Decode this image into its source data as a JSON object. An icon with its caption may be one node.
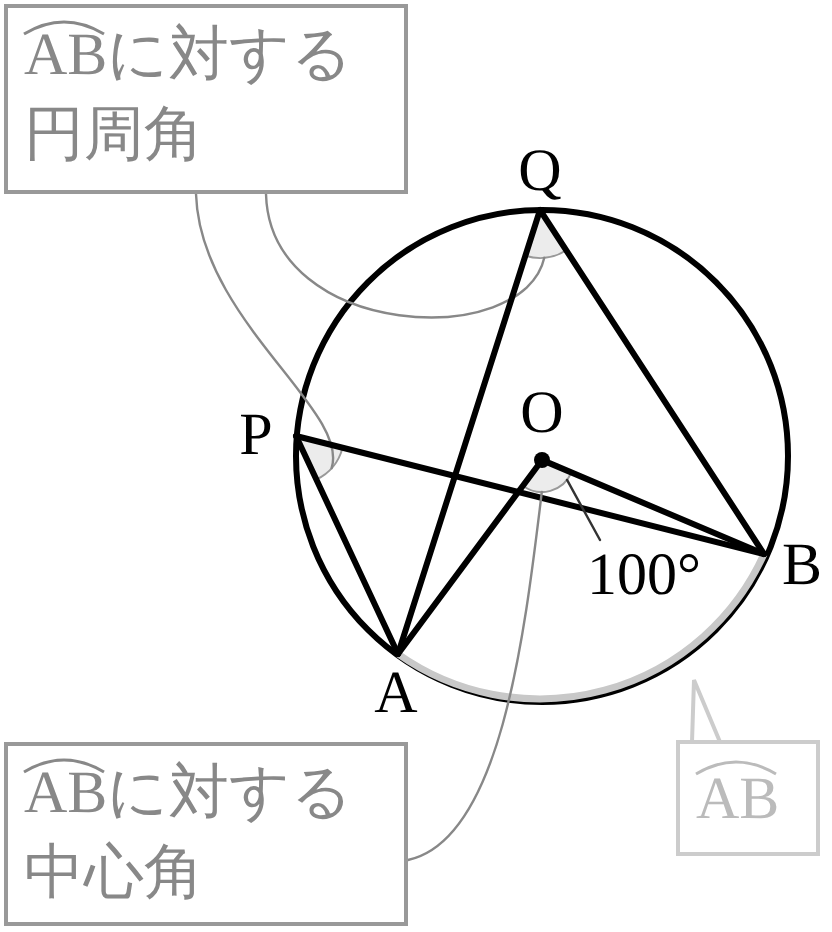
{
  "diagram": {
    "nodes": [
      {
        "text": [
          "ABに対する円周角"
        ]
      },
      {
        "text": [
          "Q"
        ]
      },
      {
        "text": [],
        "shape": "sector"
      },
      {
        "text": [
          "P"
        ]
      },
      {
        "text": [],
        "shape": "sector"
      },
      {
        "text": [
          "O"
        ]
      },
      {
        "text": [],
        "shape": "sector"
      },
      {
        "text": [
          "100°"
        ]
      },
      {
        "text": [
          "B"
        ]
      },
      {
        "text": [
          "A"
        ]
      },
      {
        "text": [
          "ABに対する中心角"
        ]
      },
      {
        "text": [
          "AB"
        ]
      }
    ],
    "edges": [
      {
        "from": 0,
        "to": 2,
        "arrow": "none",
        "color": "#888888"
      },
      {
        "from": 0,
        "to": 4,
        "arrow": "none",
        "color": "#888888"
      },
      {
        "from": 3,
        "to": 8,
        "arrow": "none"
      },
      {
        "from": 3,
        "to": 9,
        "arrow": "none"
      },
      {
        "from": 1,
        "to": 9,
        "arrow": "none"
      },
      {
        "from": 1,
        "to": 8,
        "arrow": "none"
      },
      {
        "from": 5,
        "to": 9,
        "arrow": "none"
      },
      {
        "from": 5,
        "to": 8,
        "arrow": "none"
      },
      {
        "from": 10,
        "to": 6,
        "arrow": "none",
        "color": "#888888"
      },
      {
        "from": 7,
        "to": 6,
        "arrow": "none",
        "color": "#333333"
      }
    ]
  }
}
